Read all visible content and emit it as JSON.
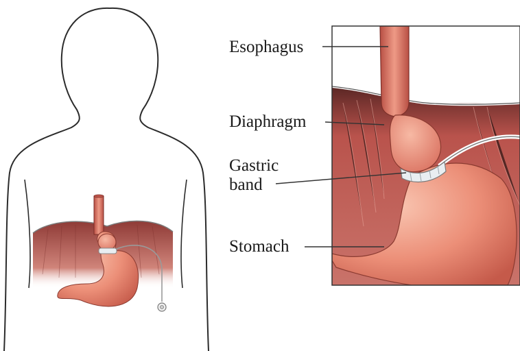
{
  "labels": {
    "esophagus": "Esophagus",
    "diaphragm": "Diaphragm",
    "gastric_band_line1": "Gastric",
    "gastric_band_line2": "band",
    "stomach": "Stomach"
  },
  "colors": {
    "outline": "#2b2b2b",
    "diaphragm_muscle": "#b9534c",
    "diaphragm_dark": "#6e2e2c",
    "stomach": "#ea8a74",
    "stomach_highlight": "#f7b8a2",
    "esophagus": "#d9695a",
    "band": "#e9eef1",
    "background_tissue": "#7a3a36"
  }
}
